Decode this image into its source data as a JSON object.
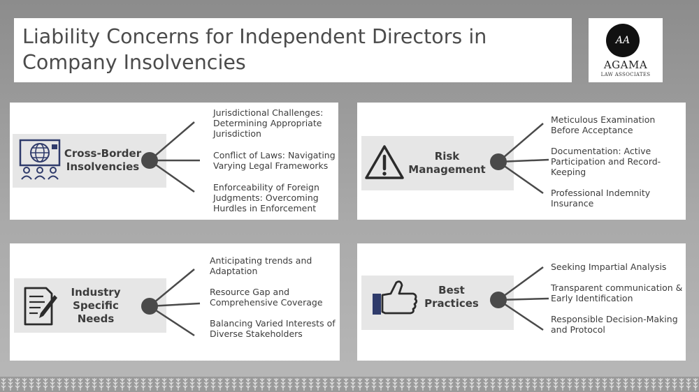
{
  "title": "Liability Concerns for Independent Directors in Company Insolvencies",
  "logo": {
    "name": "AGAMA",
    "subtitle": "LAW ASSOCIATES",
    "mark": "AA"
  },
  "sections": [
    {
      "label": "Cross-Border Insolvencies",
      "icon": "globe-presentation-icon",
      "items": [
        "Jurisdictional Challenges: Determining Appropriate Jurisdiction",
        "Conflict of Laws: Navigating Varying Legal Frameworks",
        "Enforceability of Foreign Judgments: Overcoming Hurdles in Enforcement"
      ]
    },
    {
      "label": "Risk Management",
      "icon": "warning-triangle-icon",
      "items": [
        "Meticulous Examination Before Acceptance",
        "Documentation: Active Participation and Record-Keeping",
        "Professional Indemnity Insurance"
      ]
    },
    {
      "label": "Industry Specific Needs",
      "icon": "document-pen-icon",
      "items": [
        "Anticipating trends and Adaptation",
        "Resource Gap and Comprehensive Coverage",
        "Balancing Varied Interests of Diverse Stakeholders"
      ]
    },
    {
      "label": "Best Practices",
      "icon": "thumbs-up-icon",
      "items": [
        "Seeking Impartial Analysis",
        "Transparent communication & Early Identification",
        "Responsible Decision-Making and Protocol"
      ]
    }
  ],
  "colors": {
    "label_box": "#e6e6e6",
    "node": "#4a4a4a",
    "text": "#3c3c3c",
    "icon": "#2f3b6b"
  }
}
